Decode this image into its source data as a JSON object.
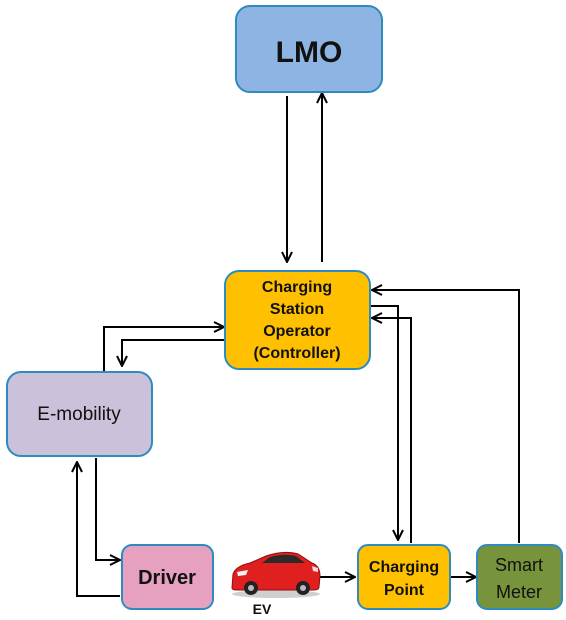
{
  "nodes": {
    "lmo": {
      "label": "LMO",
      "fill": "#8EB4E3",
      "stroke": "#2E8BC0"
    },
    "cso": {
      "lines": [
        "Charging",
        "Station",
        "Operator",
        "(Controller)"
      ],
      "fill": "#FFC000",
      "stroke": "#2E8BC0"
    },
    "emobility": {
      "label": "E-mobility",
      "fill": "#CCC1DA",
      "stroke": "#2E8BC0"
    },
    "driver": {
      "label": "Driver",
      "fill": "#E6A0C0",
      "stroke": "#2E8BC0"
    },
    "charging_point": {
      "lines": [
        "Charging",
        "Point"
      ],
      "fill": "#FFC000",
      "stroke": "#2E8BC0"
    },
    "smart_meter": {
      "lines": [
        "Smart",
        "Meter"
      ],
      "fill": "#77933C",
      "stroke": "#2E8BC0"
    }
  },
  "ev": {
    "label": "EV",
    "icon": "car-icon",
    "color": "#E0201E"
  },
  "colors": {
    "arrow": "#000000"
  }
}
